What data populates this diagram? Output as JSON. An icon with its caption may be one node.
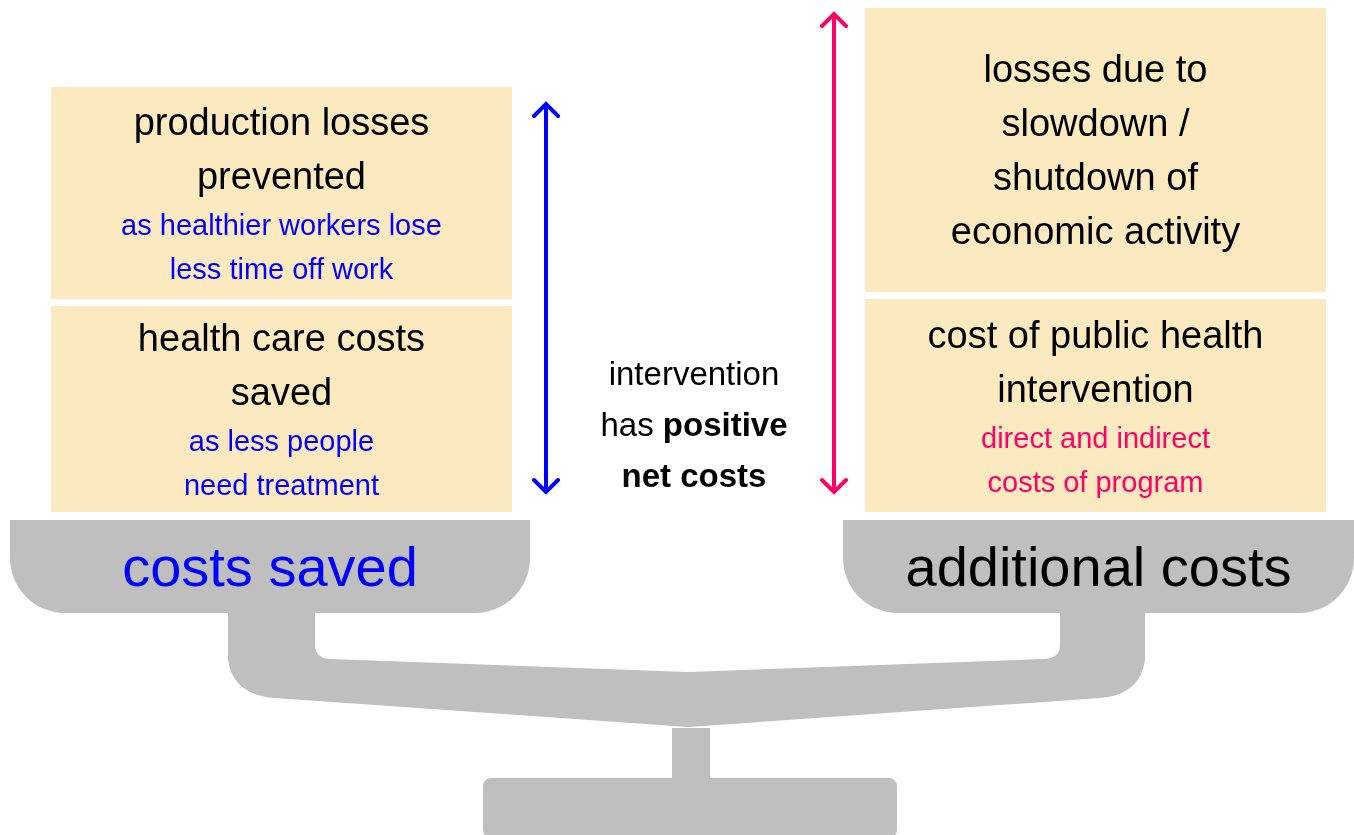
{
  "diagram": {
    "nodes": [
      {
        "text": [
          "production losses prevented",
          "as healthier workers lose less time off work"
        ]
      },
      {
        "text": [
          "health care costs saved",
          "as less people need treatment"
        ]
      },
      {
        "text": [
          "losses due to slowdown / shutdown of economic activity"
        ]
      },
      {
        "text": [
          "cost of public health intervention",
          "direct and indirect costs of program"
        ]
      },
      {
        "text": [
          "costs saved"
        ]
      },
      {
        "text": [
          "additional costs"
        ]
      }
    ],
    "edges": [],
    "labels": [
      "intervention has **positive net costs**"
    ]
  }
}
